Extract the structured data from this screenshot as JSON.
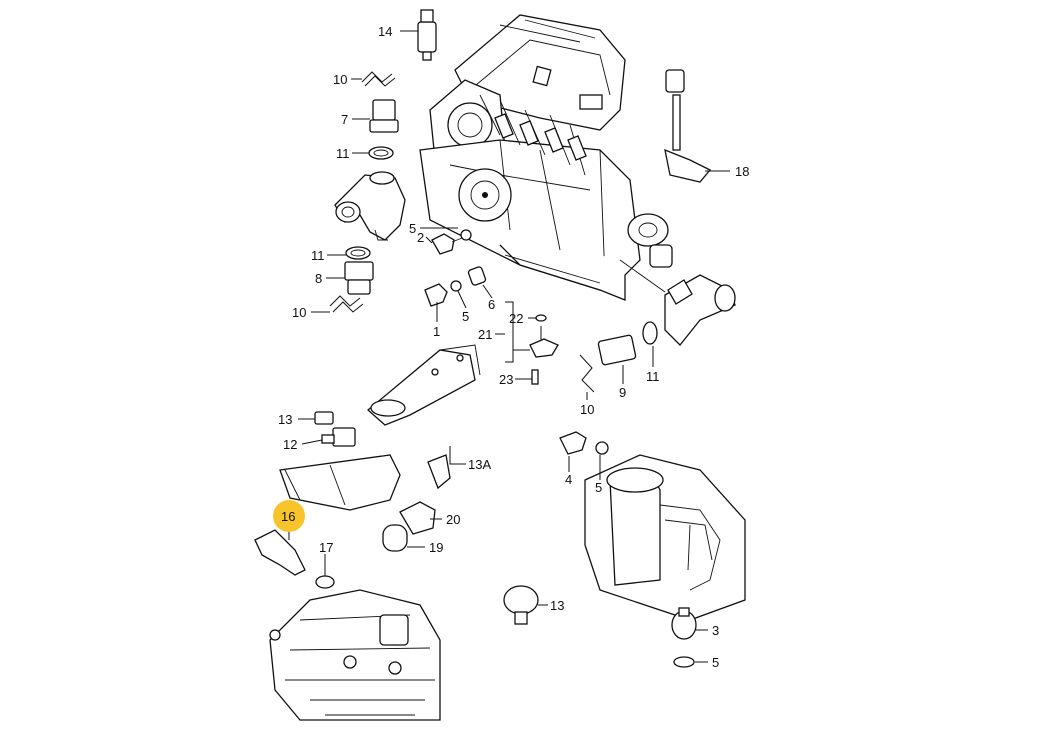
{
  "diagram": {
    "highlight_color": "#f7c52b",
    "highlighted_callout": "16",
    "callouts": {
      "c14": "14",
      "c10_top": "10",
      "c7": "7",
      "c11_a": "11",
      "c5_a": "5",
      "c2": "2",
      "c11_b": "11",
      "c8": "8",
      "c10_mid": "10",
      "c1": "1",
      "c5_b": "5",
      "c6": "6",
      "c22": "22",
      "c21": "21",
      "c23": "23",
      "c18": "18",
      "c9": "9",
      "c11_c": "11",
      "c10_right": "10",
      "c13_a": "13",
      "c12": "12",
      "c13A": "13A",
      "c20": "20",
      "c19": "19",
      "c16": "16",
      "c17": "17",
      "c4": "4",
      "c5_c": "5",
      "c13_b": "13",
      "c3": "3",
      "c5_d": "5"
    }
  }
}
